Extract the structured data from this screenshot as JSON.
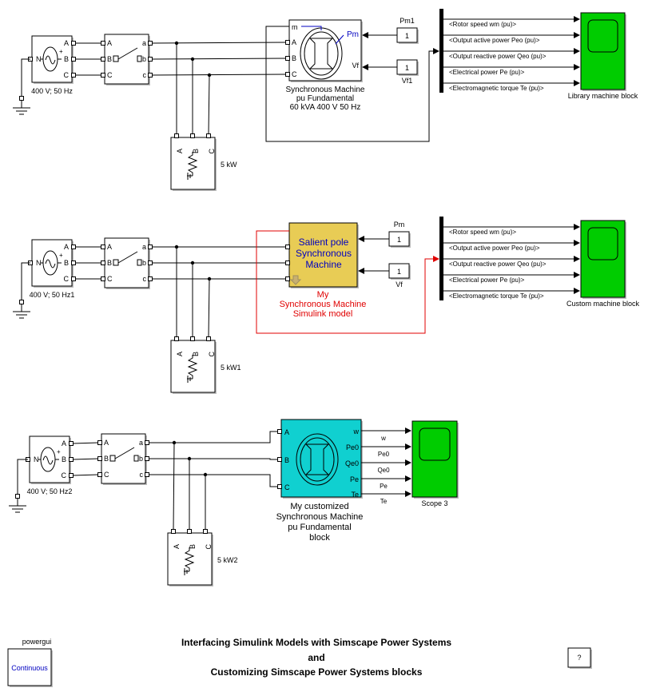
{
  "diagram": {
    "title_lines": [
      "Interfacing Simulink Models with Simscape Power Systems",
      "and",
      "Customizing Simscape Power Systems blocks"
    ],
    "powergui": {
      "label": "powergui",
      "mode": "Continuous"
    },
    "help_button": {
      "label": "?"
    },
    "colors": {
      "scope_green": "#00cc00",
      "subsystem_yellow": "#e8cc55",
      "custom_cyan": "#10d0d0",
      "annotation_red": "#e00000",
      "text_blue": "#0000c0"
    },
    "row1": {
      "source": {
        "label": "400 V; 50 Hz",
        "ports_out": [
          "A",
          "B",
          "C"
        ],
        "port_n": "N"
      },
      "breaker": {
        "ports_in": [
          "A",
          "B",
          "C"
        ],
        "ports_out": [
          "a",
          "b",
          "c"
        ]
      },
      "load": {
        "label": "5 kW",
        "ports": [
          "A",
          "B",
          "C"
        ]
      },
      "machine": {
        "name_lines": [
          "Synchronous Machine",
          "pu Fundamental",
          "60 kVA  400 V 50 Hz"
        ],
        "ports_in": [
          "A",
          "B",
          "C"
        ],
        "port_m": "m",
        "port_pm": "Pm",
        "port_vf": "Vf"
      },
      "const_pm": {
        "value": "1",
        "label": "Pm1"
      },
      "const_vf": {
        "value": "1",
        "label": "Vf1"
      },
      "signals": [
        "<Rotor speed  wm (pu)>",
        "<Output active power   Peo (pu)>",
        "<Output reactive power  Qeo (pu)>",
        "<Electrical power  Pe (pu)>",
        "<Electromagnetic torque  Te (pu)>"
      ],
      "scope": {
        "label": "Library machine block"
      }
    },
    "row2": {
      "source": {
        "label": "400 V; 50 Hz1",
        "ports_out": [
          "A",
          "B",
          "C"
        ],
        "port_n": "N"
      },
      "breaker": {
        "ports_in": [
          "A",
          "B",
          "C"
        ],
        "ports_out": [
          "a",
          "b",
          "c"
        ]
      },
      "load": {
        "label": "5 kW1",
        "ports": [
          "A",
          "B",
          "C"
        ]
      },
      "subsystem": {
        "text_lines": [
          "Salient pole",
          "Synchronous",
          "Machine"
        ],
        "caption_lines": [
          "My",
          "Synchronous Machine",
          "Simulink model"
        ]
      },
      "const_pm": {
        "value": "1",
        "label": "Pm"
      },
      "const_vf": {
        "value": "1",
        "label": "Vf"
      },
      "signals": [
        "<Rotor speed  wm (pu)>",
        "<Output active power   Peo (pu)>",
        "<Output reactive power  Qeo (pu)>",
        "<Electrical power  Pe (pu)>",
        "<Electromagnetic torque  Te (pu)>"
      ],
      "scope": {
        "label": "Custom machine block"
      }
    },
    "row3": {
      "source": {
        "label": "400 V; 50 Hz2",
        "ports_out": [
          "A",
          "B",
          "C"
        ],
        "port_n": "N"
      },
      "breaker": {
        "ports_in": [
          "A",
          "B",
          "C"
        ],
        "ports_out": [
          "a",
          "b",
          "c"
        ]
      },
      "load": {
        "label": "5 kW2",
        "ports": [
          "A",
          "B",
          "C"
        ]
      },
      "machine": {
        "ports_in": [
          "A",
          "B",
          "C"
        ],
        "ports_out": [
          "w",
          "Pe0",
          "Qe0",
          "Pe",
          "Te"
        ],
        "caption_lines": [
          "My customized",
          "Synchronous Machine",
          "pu Fundamental",
          "block"
        ]
      },
      "signals": [
        "w",
        "Pe0",
        "Qe0",
        "Pe",
        "Te"
      ],
      "scope": {
        "label": "Scope 3"
      }
    }
  }
}
